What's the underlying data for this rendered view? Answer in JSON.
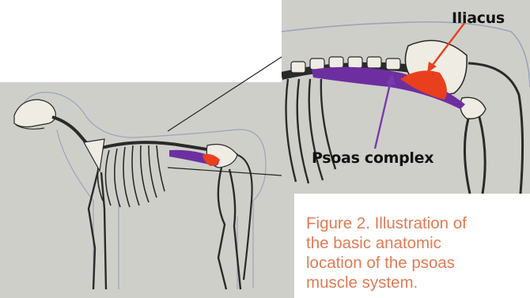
{
  "labels": {
    "iliacus": "Iliacus",
    "psoas_complex": "Psoas complex"
  },
  "caption": {
    "lines": [
      "Figure 2.  Illustration of",
      "the basic anatomic",
      "location of the psoas",
      "muscle system."
    ]
  },
  "colors": {
    "background": "#ffffff",
    "panel": "#cfcfca",
    "psoas": "#6d2fa0",
    "iliacus": "#e8401c",
    "caption_text": "#e07b54",
    "bone": "#efece3",
    "outline": "#2a2a2a"
  }
}
